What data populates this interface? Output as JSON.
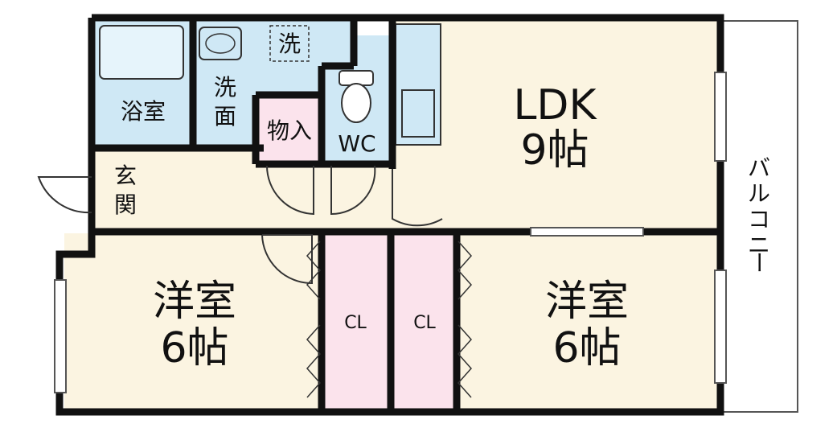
{
  "colors": {
    "wall": "#111111",
    "room_cream": "#fbf4e1",
    "wet_blue": "#cfe8f5",
    "storage_pink": "#fbe3ec",
    "balcony": "#ffffff"
  },
  "rooms": {
    "ldk": {
      "name": "LDK",
      "size": "9帖"
    },
    "western_left": {
      "name": "洋室",
      "size": "6帖"
    },
    "western_right": {
      "name": "洋室",
      "size": "6帖"
    },
    "bath": {
      "name": "浴室"
    },
    "washroom": {
      "line1": "洗",
      "line2": "面"
    },
    "washer": {
      "name": "洗"
    },
    "storage": {
      "name": "物入"
    },
    "toilet": {
      "name": "WC"
    },
    "entrance": {
      "line1": "玄",
      "line2": "関"
    },
    "closet_left": {
      "name": "CL"
    },
    "closet_right": {
      "name": "CL"
    },
    "balcony": {
      "chars": [
        "バ",
        "ル",
        "コ",
        "ニ",
        "ー"
      ]
    }
  }
}
